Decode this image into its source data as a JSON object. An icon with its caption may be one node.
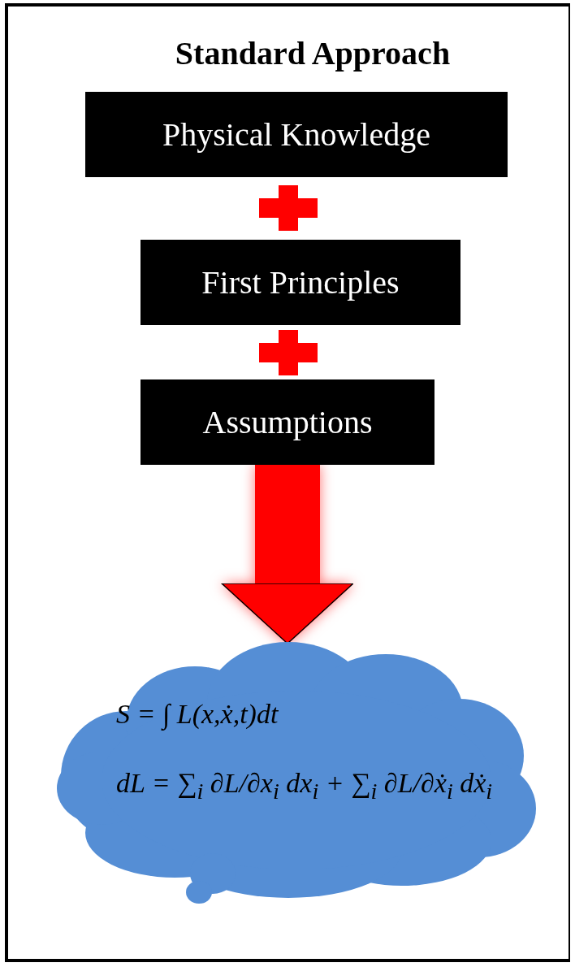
{
  "diagram": {
    "title": "Standard Approach",
    "nodes": [
      {
        "text": [
          "Physical Knowledge"
        ]
      },
      {
        "text": [
          "First Principles"
        ]
      },
      {
        "text": [
          "Assumptions"
        ]
      },
      {
        "text": [
          "S = ∫ L(x,ẋ,t)dt",
          "dL = ∑$_{i}$ ∂L/∂x$_{i}$ dx$_{i}$ + ∑$_{i}$ ∂L/∂ẋ$_{i}$ dẋ$_{i}$"
        ]
      }
    ],
    "edges": [
      {
        "from": 2,
        "to": 3,
        "arrow": "to",
        "color": "#ff0000"
      }
    ]
  }
}
